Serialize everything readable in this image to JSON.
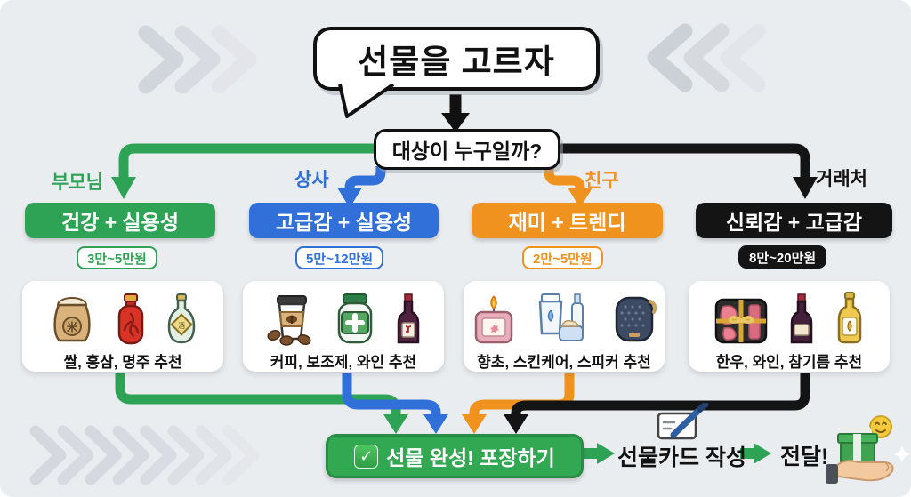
{
  "title": "선물을 고르자",
  "question": "대상이 누구일까?",
  "colors": {
    "green": "#2fa355",
    "blue": "#3170d8",
    "orange": "#f0921e",
    "black": "#141414",
    "background": "#eaedf0"
  },
  "branches": [
    {
      "target": "부모님",
      "category": "건강 + 실용성",
      "price": "3만~5만원",
      "items_label": "쌀, 홍삼, 명주 추천",
      "color": "#2fa355",
      "icons": [
        "rice-bag-icon",
        "red-ginseng-icon",
        "liquor-bottle-icon"
      ]
    },
    {
      "target": "상사",
      "category": "고급감 + 실용성",
      "price": "5만~12만원",
      "items_label": "커피, 보조제, 와인 추천",
      "color": "#3170d8",
      "icons": [
        "coffee-cup-icon",
        "supplement-jar-icon",
        "wine-bottle-icon"
      ]
    },
    {
      "target": "친구",
      "category": "재미 + 트렌디",
      "price": "2만~5만원",
      "items_label": "향초, 스킨케어, 스피커 추천",
      "color": "#f0921e",
      "icons": [
        "candle-icon",
        "skincare-icon",
        "speaker-icon"
      ]
    },
    {
      "target": "거래처",
      "category": "신뢰감 + 고급감",
      "price": "8만~20만원",
      "items_label": "한우, 와인, 참기름 추천",
      "color": "#141414",
      "icons": [
        "beef-gift-box-icon",
        "wine-bottle-icon",
        "sesame-oil-icon"
      ]
    }
  ],
  "footer": {
    "complete_icon": "check-icon",
    "complete_label": "선물 완성! 포장하기",
    "card_step_icon": "memo-pencil-icon",
    "card_step_label": "선물카드 작성",
    "deliver_label": "전달!",
    "deliver_icon": "gift-in-hand-icon"
  }
}
